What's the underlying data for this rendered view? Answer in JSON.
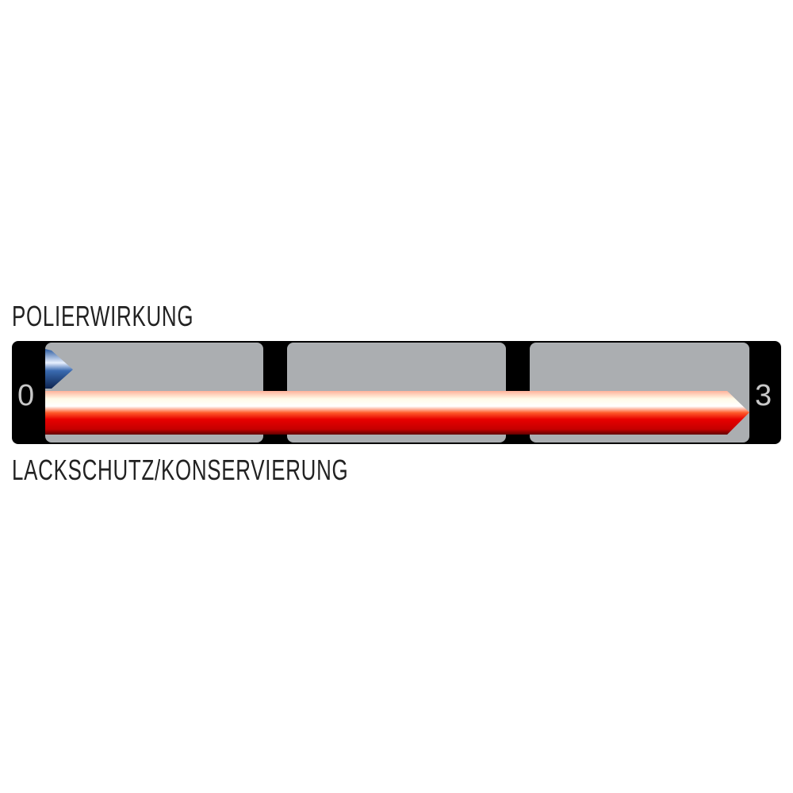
{
  "rating_scale": {
    "min_label": "0",
    "max_label": "3",
    "min": 0,
    "max": 3,
    "segments": 3
  },
  "metrics": [
    {
      "label": "POLIERWIRKUNG",
      "value": 0,
      "indicator": "blue-arrow",
      "color": "#1b3f78"
    },
    {
      "label": "LACKSCHUTZ/KONSERVIERUNG",
      "value": 3,
      "indicator": "red-bar",
      "color": "#e00000"
    }
  ],
  "colors": {
    "track": "#abaeb1",
    "frame": "#000000"
  }
}
